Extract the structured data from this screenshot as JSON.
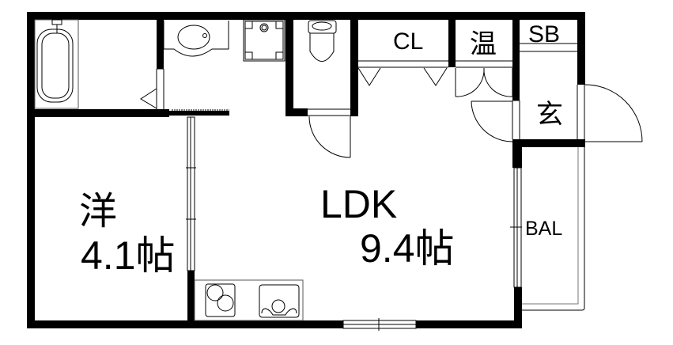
{
  "floor_plan": {
    "rooms": [
      {
        "id": "western",
        "name": "洋",
        "size": "4.1帖"
      },
      {
        "id": "ldk",
        "name": "LDK",
        "size": "9.4帖"
      },
      {
        "id": "closet",
        "name": "CL"
      },
      {
        "id": "water-heater",
        "name": "温"
      },
      {
        "id": "shoe-box",
        "name": "SB"
      },
      {
        "id": "entrance",
        "name": "玄"
      },
      {
        "id": "balcony",
        "name": "BAL"
      }
    ],
    "fixtures": [
      "bathtub",
      "washbasin",
      "washing-machine-pan",
      "toilet",
      "kitchen-stove",
      "kitchen-sink"
    ],
    "colors": {
      "wall": "#000000",
      "background": "#ffffff",
      "line": "#000000"
    }
  }
}
